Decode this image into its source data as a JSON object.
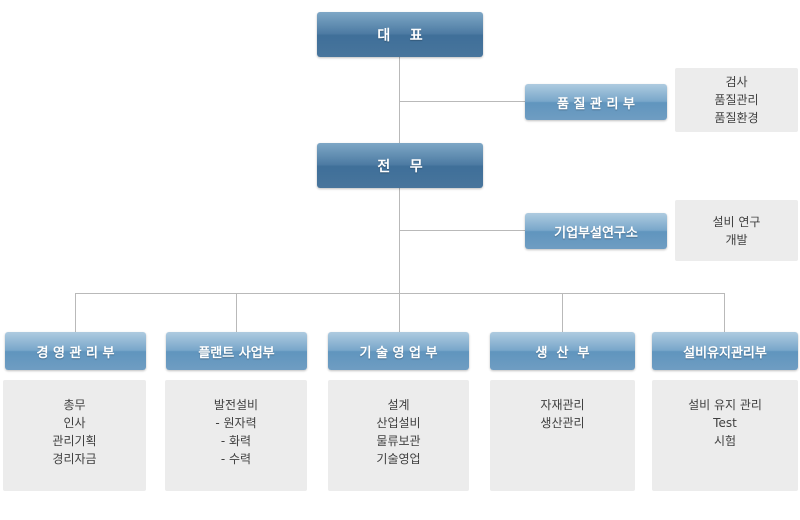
{
  "palette": {
    "node_dark_blue": "#48759c",
    "node_light_blue": "#6f9dc2",
    "panel_gray": "#ececec",
    "connector_gray": "#b9b9b9",
    "node_text": "#ffffff",
    "panel_text": "#3f3f3f"
  },
  "chart": {
    "ceo": {
      "label": "대    표"
    },
    "executive": {
      "label": "전    무"
    },
    "quality": {
      "label": "품 질 관 리 부",
      "items": [
        "검사",
        "품질관리",
        "품질환경"
      ]
    },
    "rnd": {
      "label": "기업부설연구소",
      "items": [
        "설비 연구",
        "개발"
      ]
    },
    "departments": [
      {
        "label": "경 영 관 리 부",
        "items": [
          "총무",
          "인사",
          "관리기획",
          "경리자금"
        ]
      },
      {
        "label": "플랜트 사업부",
        "items": [
          "발전설비",
          "- 원자력",
          "- 화력",
          "- 수력"
        ]
      },
      {
        "label": "기 술 영 업 부",
        "items": [
          "설계",
          "산업설비",
          "물류보관",
          "기술영업"
        ]
      },
      {
        "label": "생  산  부",
        "items": [
          "자재관리",
          "생산관리"
        ]
      },
      {
        "label": "설비유지관리부",
        "items": [
          "설비 유지 관리",
          "Test",
          "시험"
        ]
      }
    ]
  }
}
